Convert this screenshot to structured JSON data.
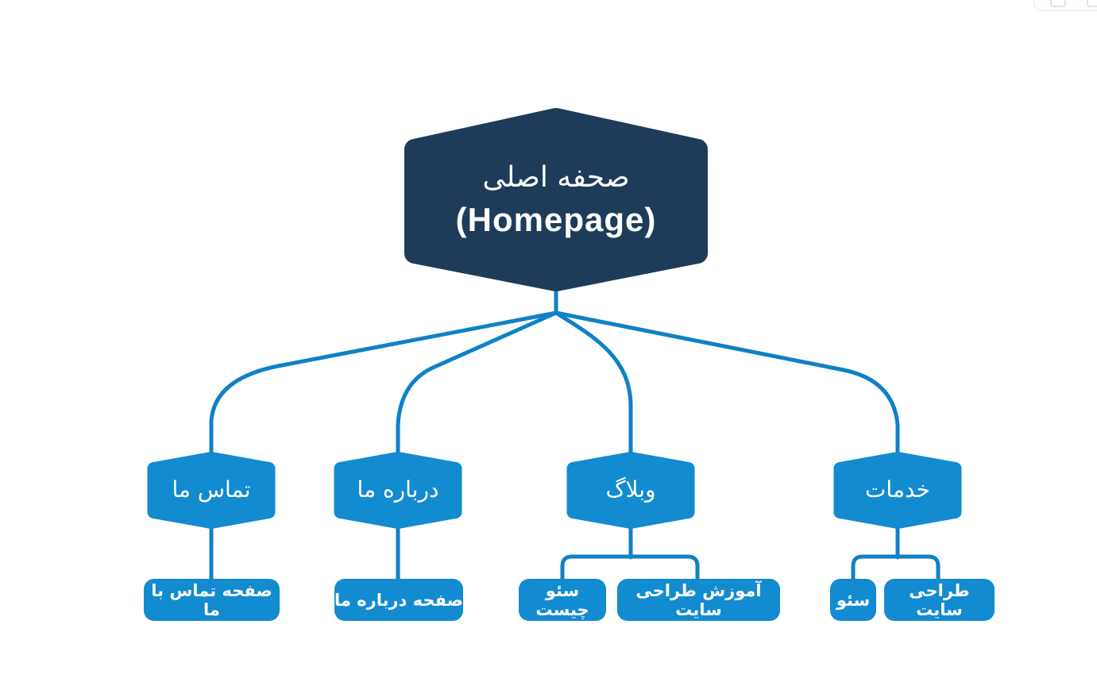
{
  "diagram": {
    "type": "sitemap-tree",
    "root": {
      "label_fa": "صحفه اصلی",
      "label_en": "(Homepage)"
    },
    "level2": [
      {
        "id": "contact",
        "label": "تماس ما"
      },
      {
        "id": "about",
        "label": "درباره ما"
      },
      {
        "id": "blog",
        "label": "وبلاگ"
      },
      {
        "id": "services",
        "label": "خدمات"
      }
    ],
    "level3": [
      {
        "id": "contact-page",
        "parent": "contact",
        "label": "صفحه تماس با ما"
      },
      {
        "id": "about-page",
        "parent": "about",
        "label": "صفحه درباره ما"
      },
      {
        "id": "what-is-seo",
        "parent": "blog",
        "label": "سئو چیست"
      },
      {
        "id": "web-design-tutorial",
        "parent": "blog",
        "label": "آموزش طراحی سایت"
      },
      {
        "id": "seo",
        "parent": "services",
        "label": "سئو"
      },
      {
        "id": "web-design",
        "parent": "services",
        "label": "طراحی سایت"
      }
    ],
    "colors": {
      "root_fill": "#1e3c59",
      "node_fill": "#128bd0",
      "connector": "#0f81c6",
      "text": "#ffffff",
      "background": "#ffffff"
    }
  }
}
